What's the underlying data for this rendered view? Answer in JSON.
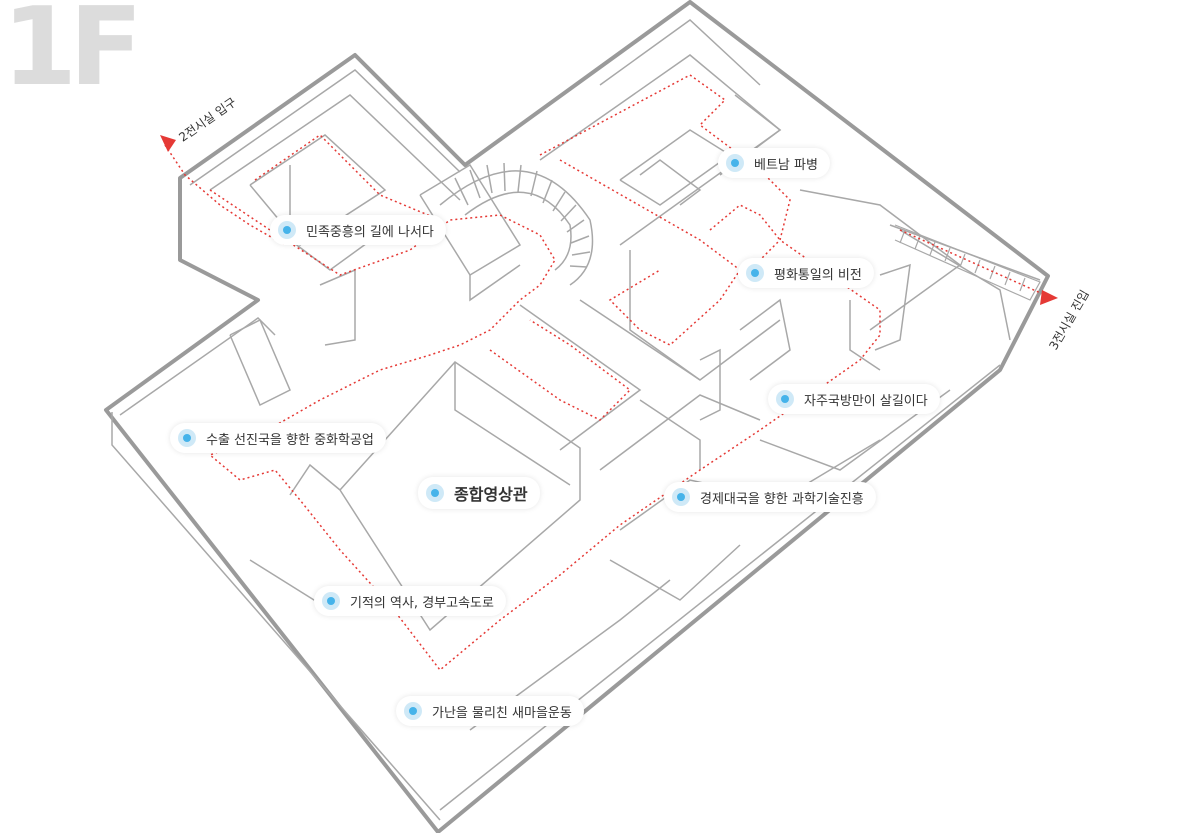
{
  "floor": "1F",
  "entrances": {
    "entrance_2": "2전시실 입구",
    "entrance_3": "3전시실 진입"
  },
  "exhibits": [
    "민족중흥의 길에 나서다",
    "베트남 파병",
    "평화통일의 비전",
    "자주국방만이 살길이다",
    "수출 선진국을 향한 중화학공업",
    "종합영상관",
    "경제대국을 향한 과학기술진흥",
    "기적의 역사, 경부고속도로",
    "가난을 물리친 새마을운동"
  ],
  "colors": {
    "route": "#e53935",
    "wall": "#9a9a9a",
    "marker": "#45b3ea",
    "floor_text": "#dcdcdc"
  }
}
